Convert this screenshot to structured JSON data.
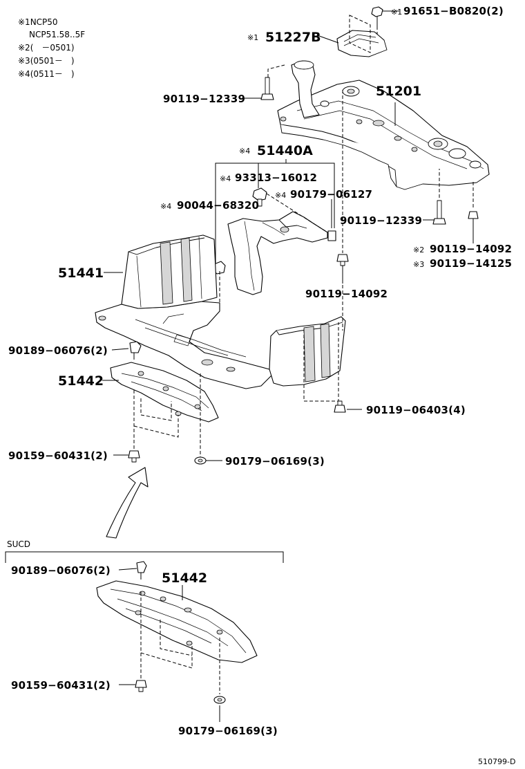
{
  "notes": [
    "※1NCP50",
    "NCP51.58..5F",
    "※2(　－0501)",
    "※3(0501－　)",
    "※4(0511－　)"
  ],
  "marks": {
    "m1": "※1",
    "m2": "※2",
    "m3": "※3",
    "m4": "※4"
  },
  "labels": {
    "p91651": "91651−B0820(2)",
    "p51227B": "51227B",
    "p90119_12339_top": "90119−12339",
    "p51201": "51201",
    "p51440A": "51440A",
    "p93313": "93313−16012",
    "p90179_06127": "90179−06127",
    "p90044": "90044−68320",
    "p90119_12339_right": "90119−12339",
    "p90119_14092_a": "90119−14092",
    "p90119_14125": "90119−14125",
    "p51441": "51441",
    "p90119_14092_b": "90119−14092",
    "p90189_a": "90189−06076(2)",
    "p51442_a": "51442",
    "p90119_06403": "90119−06403(4)",
    "p90159_a": "90159−60431(2)",
    "p90179_06169_a": "90179−06169(3)",
    "p90189_b": "90189−06076(2)",
    "p51442_b": "51442",
    "p90159_b": "90159−60431(2)",
    "p90179_06169_b": "90179−06169(3)"
  },
  "section_label": "SUCD",
  "diagram_code": "510799-D"
}
